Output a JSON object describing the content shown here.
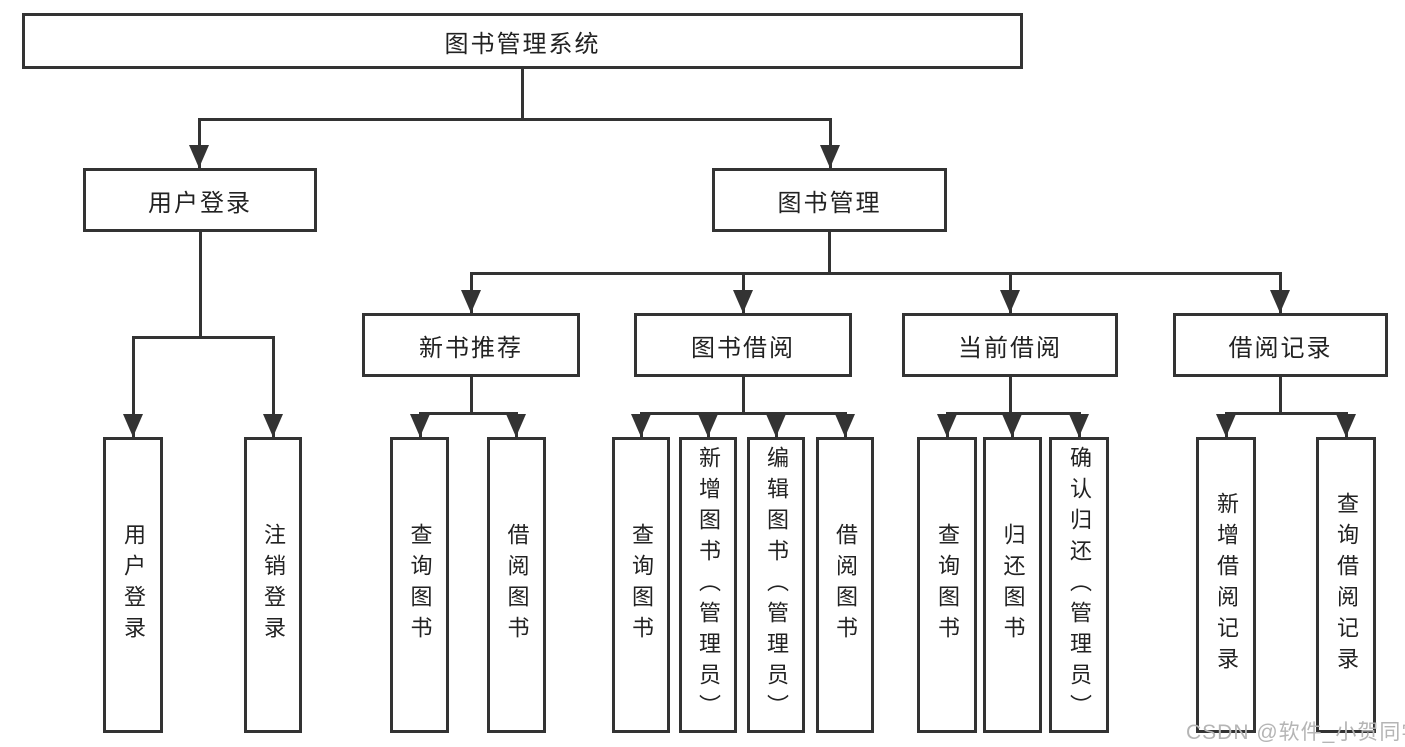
{
  "diagram": {
    "root": "图书管理系统",
    "level2": {
      "user_login": {
        "label": "用户登录",
        "children": [
          "用户登录",
          "注销登录"
        ]
      },
      "book_mgmt": {
        "label": "图书管理",
        "modules": {
          "new_book": {
            "label": "新书推荐",
            "children": [
              "查询图书",
              "借阅图书"
            ]
          },
          "book_borrow": {
            "label": "图书借阅",
            "children": [
              "查询图书",
              "新增图书（管理员）",
              "编辑图书（管理员）",
              "借阅图书"
            ]
          },
          "current_borrow": {
            "label": "当前借阅",
            "children": [
              "查询图书",
              "归还图书",
              "确认归还（管理员）"
            ]
          },
          "borrow_record": {
            "label": "借阅记录",
            "children": [
              "新增借阅记录",
              "查询借阅记录"
            ]
          }
        }
      }
    },
    "watermark": "CSDN @软件_小贺同学",
    "colors": {
      "line": "#333333",
      "text": "#222222",
      "background": "#ffffff",
      "watermark": "#b5b5b5"
    }
  }
}
